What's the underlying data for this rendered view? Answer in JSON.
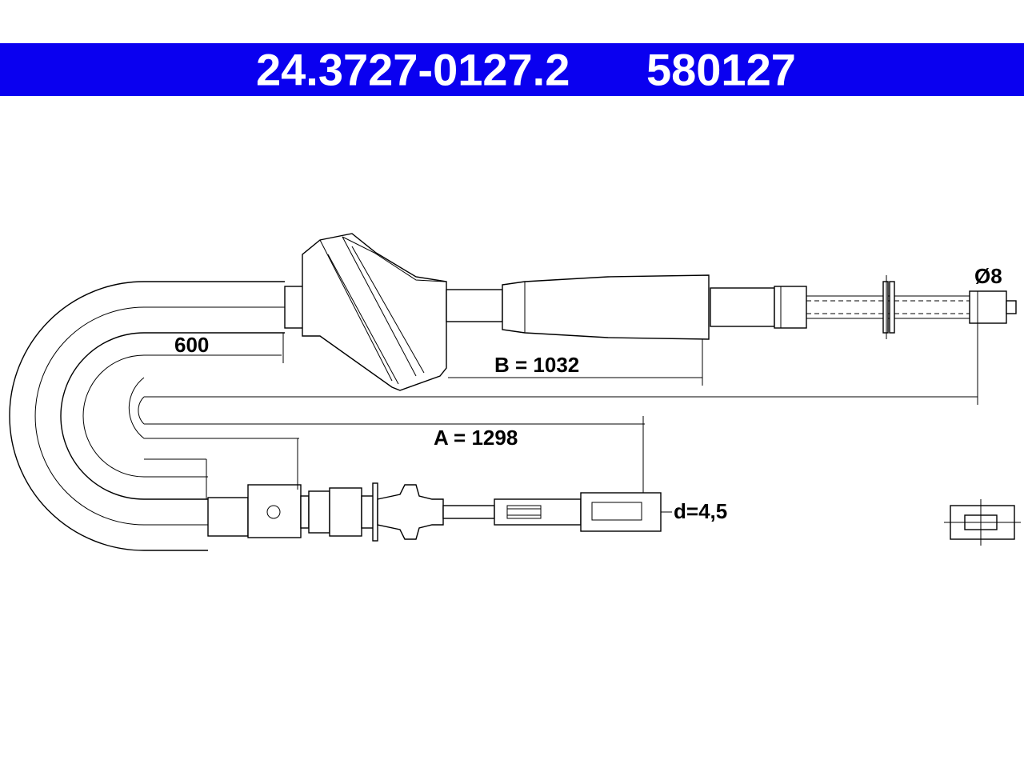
{
  "header": {
    "part_number": "24.3727-0127.2",
    "reference_number": "580127",
    "background_color": "#0a00f0",
    "text_color": "#ffffff"
  },
  "drawing": {
    "dim_600": "600",
    "dim_b": "B = 1032",
    "dim_a": "A = 1298",
    "dim_diameter": "Ø8",
    "dim_d": "d=4,5"
  }
}
